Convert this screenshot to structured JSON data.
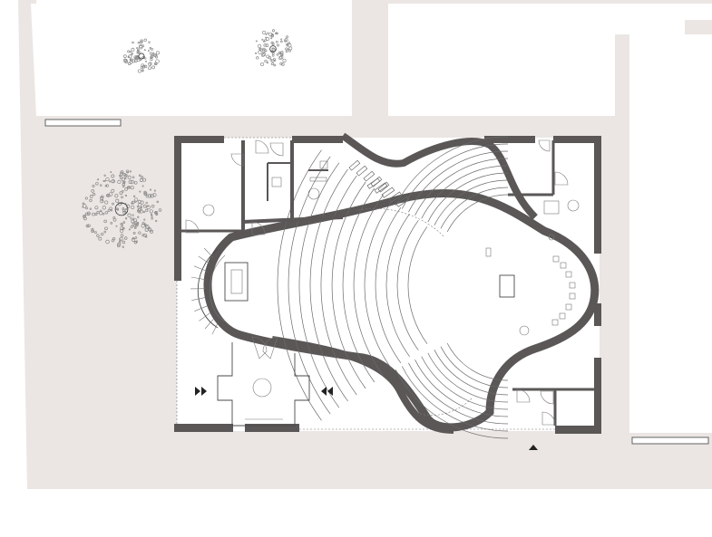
{
  "drawing": {
    "colors": {
      "ground": "#ebe6e3",
      "paper": "#ffffff",
      "wall": "#5a5756",
      "line": "#4a4a4a",
      "tree_speckle": "#8a8a8a"
    },
    "trees": [
      "tree-small",
      "tree-small",
      "tree-large"
    ],
    "markers": [
      "entrance-arrow-left",
      "entrance-arrow-right",
      "entrance-arrow-bottom"
    ]
  }
}
